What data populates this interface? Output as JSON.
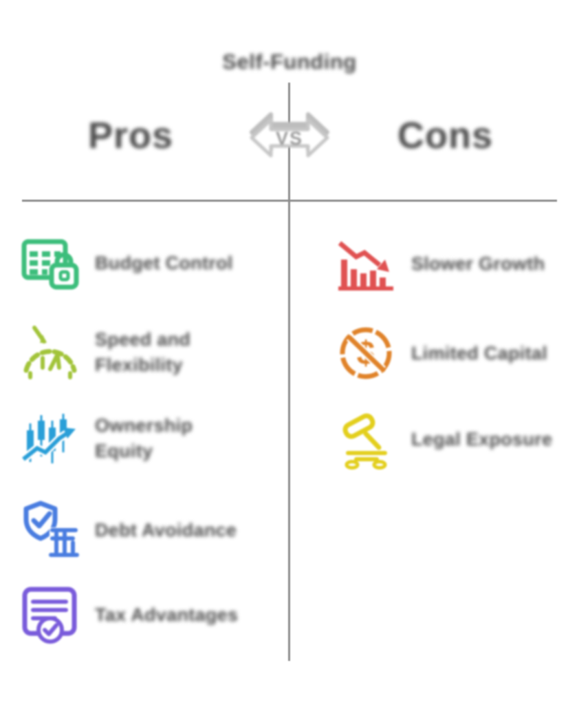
{
  "title": "Self-Funding",
  "vs_badge": {
    "label": "VS"
  },
  "columns": {
    "pros": {
      "heading": "Pros",
      "items": [
        {
          "label": "Budget Control",
          "icon": "table-lock-icon",
          "color": "#3dbe7c"
        },
        {
          "label": "Speed and Flexibility",
          "icon": "speed-gauge-icon",
          "color": "#a2c43a"
        },
        {
          "label": "Ownership Equity",
          "icon": "growth-chart-icon",
          "color": "#2a9fd8"
        },
        {
          "label": "Debt Avoidance",
          "icon": "shield-bank-icon",
          "color": "#4a7de0"
        },
        {
          "label": "Tax Advantages",
          "icon": "certificate-icon",
          "color": "#7a5cdb"
        }
      ]
    },
    "cons": {
      "heading": "Cons",
      "items": [
        {
          "label": "Slower Growth",
          "icon": "decline-chart-icon",
          "color": "#e05252"
        },
        {
          "label": "Limited Capital",
          "icon": "no-money-icon",
          "color": "#e0832a"
        },
        {
          "label": "Legal Exposure",
          "icon": "gavel-icon",
          "color": "#e3cf1d"
        }
      ]
    }
  },
  "colors": {
    "text": "#4f4f4f",
    "divider": "#8d8d8d",
    "badge_outline": "#c4c4c4",
    "badge_text": "#9b9b9b"
  }
}
